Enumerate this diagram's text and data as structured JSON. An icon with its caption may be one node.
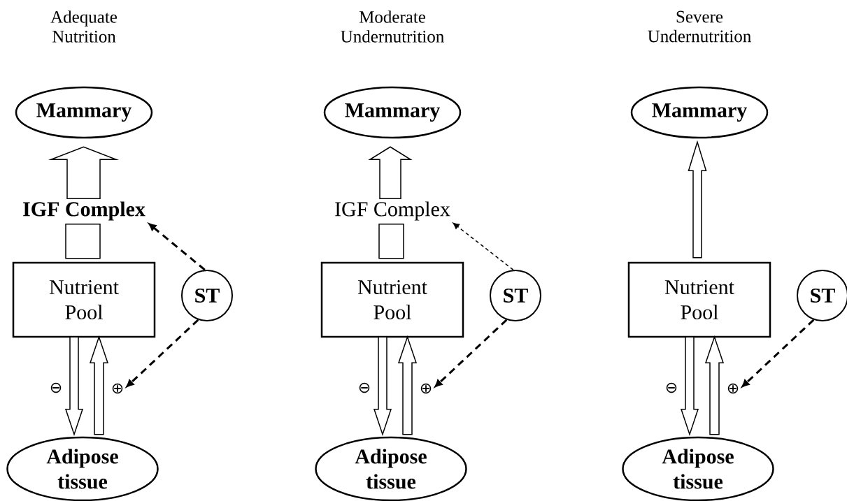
{
  "diagram": {
    "nodes": [
      {
        "text": [
          "Mammary"
        ]
      },
      {
        "text": [
          "IGF Complex"
        ]
      },
      {
        "text": [
          "Nutrient Pool"
        ]
      },
      {
        "text": [
          "ST"
        ]
      },
      {
        "text": [
          "⊕"
        ]
      },
      {
        "text": [
          "Adipose tissue"
        ]
      },
      {
        "text": [
          "Mammary"
        ]
      },
      {
        "text": [
          "IGF Complex"
        ]
      },
      {
        "text": [
          "Nutrient Pool"
        ]
      },
      {
        "text": [
          "ST"
        ]
      },
      {
        "text": [
          "⊕"
        ]
      },
      {
        "text": [
          "Adipose tissue"
        ]
      },
      {
        "text": [
          "Mammary"
        ]
      },
      {
        "text": [
          "Nutrient Pool"
        ]
      },
      {
        "text": [
          "ST"
        ]
      },
      {
        "text": [
          "⊕"
        ]
      },
      {
        "text": [
          "Adipose tissue"
        ]
      }
    ],
    "edges": [
      {
        "from": 2,
        "to": 1,
        "arrow": "none"
      },
      {
        "from": 1,
        "to": 0,
        "arrow": "to"
      },
      {
        "from": 3,
        "to": 1,
        "arrow": "to",
        "style": "dashed"
      },
      {
        "from": 3,
        "to": 4,
        "arrow": "to",
        "style": "dashed"
      },
      {
        "from": 2,
        "to": 5,
        "arrow": "to"
      },
      {
        "from": 5,
        "to": 2,
        "arrow": "to"
      },
      {
        "from": 8,
        "to": 7,
        "arrow": "none"
      },
      {
        "from": 7,
        "to": 6,
        "arrow": "to"
      },
      {
        "from": 9,
        "to": 7,
        "arrow": "to",
        "style": "dashed"
      },
      {
        "from": 9,
        "to": 10,
        "arrow": "to",
        "style": "dashed"
      },
      {
        "from": 8,
        "to": 11,
        "arrow": "to"
      },
      {
        "from": 11,
        "to": 8,
        "arrow": "to"
      },
      {
        "from": 13,
        "to": 12,
        "arrow": "to"
      },
      {
        "from": 14,
        "to": 15,
        "arrow": "to",
        "style": "dashed"
      },
      {
        "from": 13,
        "to": 16,
        "arrow": "to"
      },
      {
        "from": 16,
        "to": 13,
        "arrow": "to"
      }
    ],
    "labels": [
      "Adequate Nutrition",
      "Moderate Undernutrition",
      "Severe Undernutrition",
      "⊖",
      "⊖",
      "⊖"
    ]
  }
}
